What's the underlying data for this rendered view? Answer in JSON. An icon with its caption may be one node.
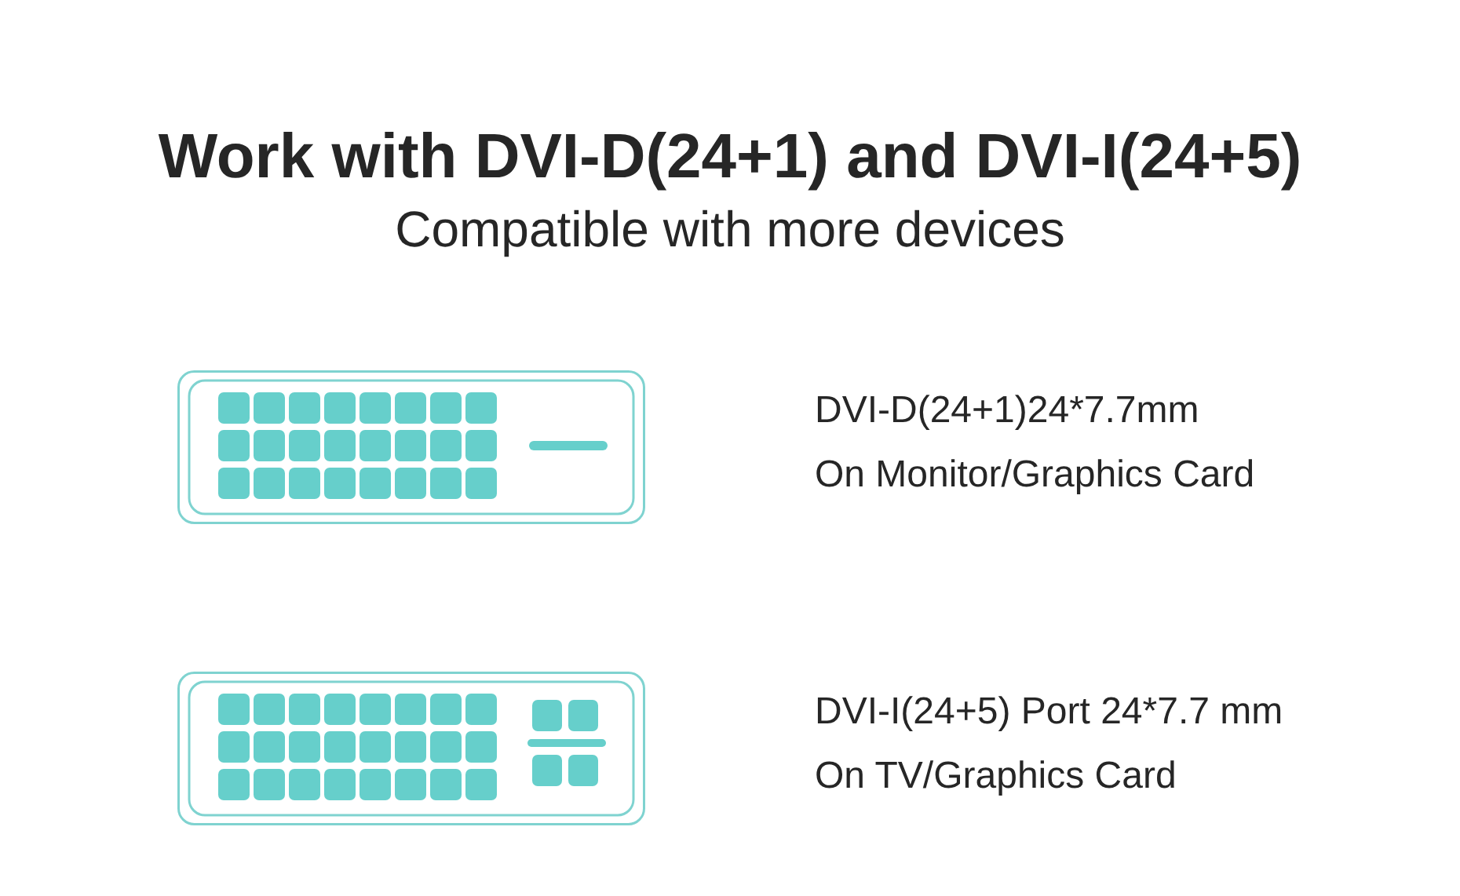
{
  "diagram": {
    "title": "Work with DVI-D(24+1) and DVI-I(24+5)",
    "labels": [
      "Compatible with more devices",
      "DVI-D(24+1)24*7.7mm",
      "On Monitor/Graphics Card",
      "DVI-I(24+5) Port 24*7.7 mm",
      "On TV/Graphics Card"
    ]
  }
}
